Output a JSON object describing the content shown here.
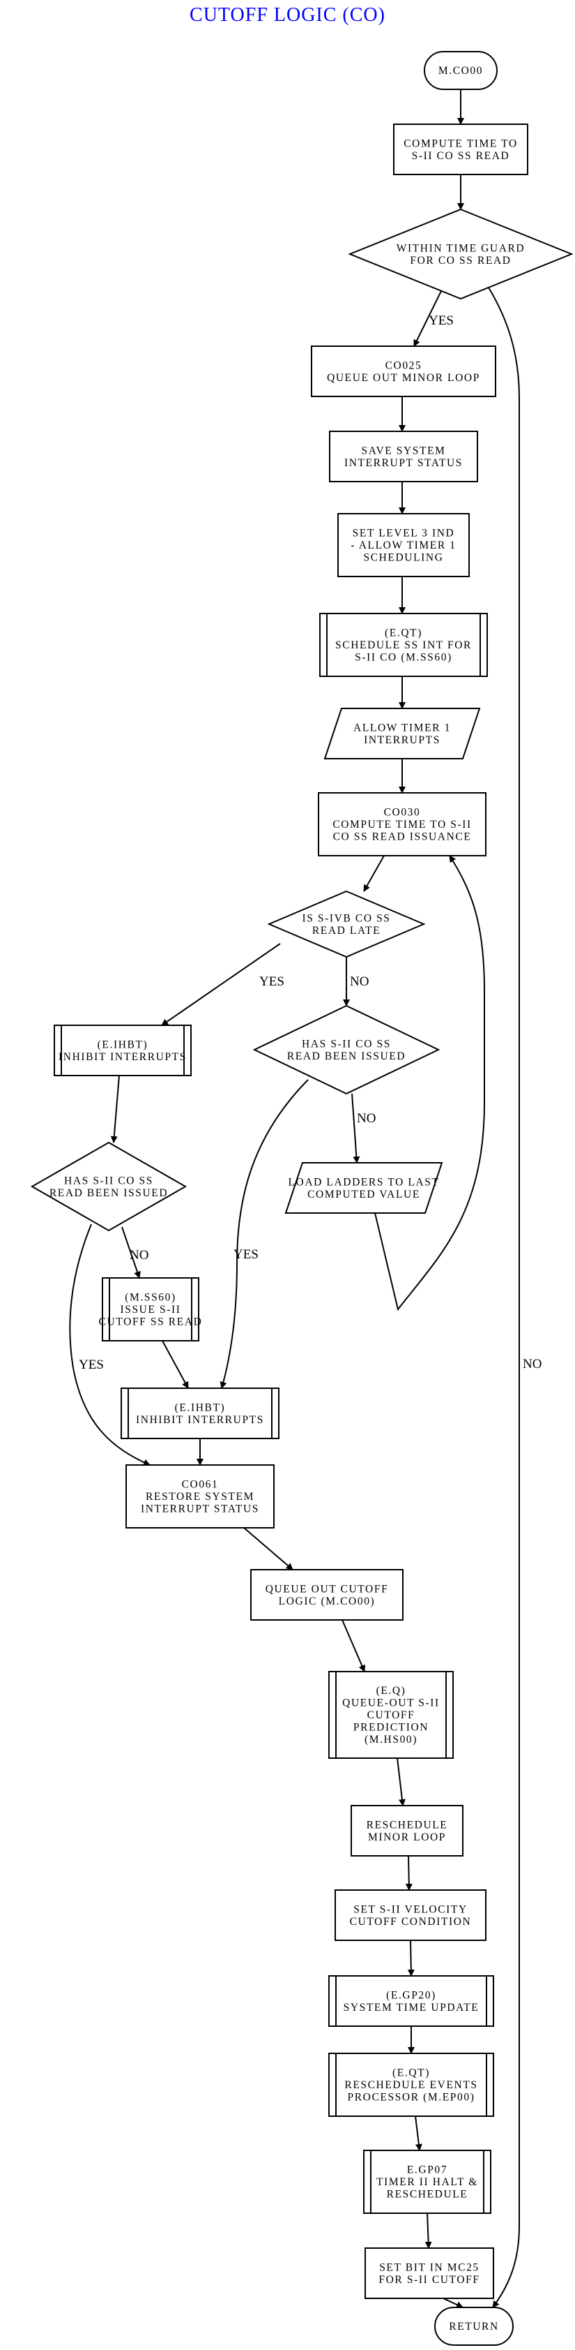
{
  "title": "CUTOFF LOGIC (CO)",
  "colors": {
    "title": "#0000ff",
    "stroke": "#000000",
    "background": "#ffffff"
  },
  "nodes": [
    {
      "id": "start",
      "type": "terminal",
      "lines": [
        "M.CO00"
      ]
    },
    {
      "id": "compute-time",
      "type": "process",
      "lines": [
        "COMPUTE TIME TO",
        "S-II CO SS READ"
      ]
    },
    {
      "id": "within-guard",
      "type": "decision",
      "lines": [
        "WITHIN TIME GUARD",
        "FOR CO SS READ"
      ]
    },
    {
      "id": "co025",
      "type": "process",
      "lines": [
        "CO025",
        "QUEUE OUT MINOR LOOP"
      ]
    },
    {
      "id": "save-status",
      "type": "process",
      "lines": [
        "SAVE SYSTEM",
        "INTERRUPT STATUS"
      ]
    },
    {
      "id": "set-level3",
      "type": "process",
      "lines": [
        "SET LEVEL 3 IND",
        "- ALLOW TIMER 1",
        "SCHEDULING"
      ]
    },
    {
      "id": "schedule-ss",
      "type": "subroutine",
      "lines": [
        "(E.QT)",
        "SCHEDULE SS INT FOR",
        "S-II CO (M.SS60)"
      ]
    },
    {
      "id": "allow-timer1",
      "type": "io",
      "lines": [
        "ALLOW TIMER 1",
        "INTERRUPTS"
      ]
    },
    {
      "id": "co030",
      "type": "process",
      "lines": [
        "CO030",
        "COMPUTE TIME TO S-II",
        "CO SS READ ISSUANCE"
      ]
    },
    {
      "id": "is-sivb-late",
      "type": "decision",
      "lines": [
        "IS S-IVB CO SS",
        "READ LATE"
      ]
    },
    {
      "id": "inhibit-1",
      "type": "subroutine",
      "lines": [
        "(E.IHBT)",
        "INHIBIT INTERRUPTS"
      ]
    },
    {
      "id": "has-sii-issued-1",
      "type": "decision",
      "lines": [
        "HAS S-II CO SS",
        "READ BEEN ISSUED"
      ]
    },
    {
      "id": "has-sii-issued-2",
      "type": "decision",
      "lines": [
        "HAS S-II CO SS",
        "READ BEEN ISSUED"
      ]
    },
    {
      "id": "load-ladders",
      "type": "io",
      "lines": [
        "LOAD LADDERS TO LAST",
        "COMPUTED VALUE"
      ]
    },
    {
      "id": "issue-sii",
      "type": "subroutine",
      "lines": [
        "(M.SS60)",
        "ISSUE S-II",
        "CUTOFF SS READ"
      ]
    },
    {
      "id": "inhibit-2",
      "type": "subroutine",
      "lines": [
        "(E.IHBT)",
        "INHIBIT INTERRUPTS"
      ]
    },
    {
      "id": "co061",
      "type": "process",
      "lines": [
        "CO061",
        "RESTORE SYSTEM",
        "INTERRUPT STATUS"
      ]
    },
    {
      "id": "queue-out-cutoff",
      "type": "process",
      "lines": [
        "QUEUE OUT CUTOFF",
        "LOGIC (M.CO00)"
      ]
    },
    {
      "id": "queue-out-prediction",
      "type": "subroutine",
      "lines": [
        "(E.Q)",
        "QUEUE-OUT S-II",
        "CUTOFF",
        "PREDICTION",
        "(M.HS00)"
      ]
    },
    {
      "id": "reschedule-minor",
      "type": "process",
      "lines": [
        "RESCHEDULE",
        "MINOR LOOP"
      ]
    },
    {
      "id": "set-velocity",
      "type": "process",
      "lines": [
        "SET S-II VELOCITY",
        "CUTOFF CONDITION"
      ]
    },
    {
      "id": "time-update",
      "type": "subroutine",
      "lines": [
        "(E.GP20)",
        "SYSTEM TIME UPDATE"
      ]
    },
    {
      "id": "reschedule-events",
      "type": "subroutine",
      "lines": [
        "(E.QT)",
        "RESCHEDULE EVENTS",
        "PROCESSOR (M.EP00)"
      ]
    },
    {
      "id": "timer2-halt",
      "type": "subroutine",
      "lines": [
        "E.GP07",
        "TIMER II HALT &",
        "RESCHEDULE"
      ]
    },
    {
      "id": "set-bit",
      "type": "process",
      "lines": [
        "SET BIT IN MC25",
        "FOR S-II CUTOFF"
      ]
    },
    {
      "id": "return",
      "type": "terminal",
      "lines": [
        "RETURN"
      ]
    }
  ],
  "edges": [
    {
      "from": "start",
      "to": "compute-time",
      "label": ""
    },
    {
      "from": "compute-time",
      "to": "within-guard",
      "label": ""
    },
    {
      "from": "within-guard",
      "to": "co025",
      "label": "YES"
    },
    {
      "from": "within-guard",
      "to": "return",
      "label": "NO"
    },
    {
      "from": "co025",
      "to": "save-status",
      "label": ""
    },
    {
      "from": "save-status",
      "to": "set-level3",
      "label": ""
    },
    {
      "from": "set-level3",
      "to": "schedule-ss",
      "label": ""
    },
    {
      "from": "schedule-ss",
      "to": "allow-timer1",
      "label": ""
    },
    {
      "from": "allow-timer1",
      "to": "co030",
      "label": ""
    },
    {
      "from": "co030",
      "to": "is-sivb-late",
      "label": ""
    },
    {
      "from": "is-sivb-late",
      "to": "inhibit-1",
      "label": "YES"
    },
    {
      "from": "is-sivb-late",
      "to": "has-sii-issued-2",
      "label": "NO"
    },
    {
      "from": "inhibit-1",
      "to": "has-sii-issued-1",
      "label": ""
    },
    {
      "from": "has-sii-issued-2",
      "to": "load-ladders",
      "label": "NO"
    },
    {
      "from": "has-sii-issued-2",
      "to": "inhibit-2",
      "label": "YES"
    },
    {
      "from": "load-ladders",
      "to": "co030",
      "label": ""
    },
    {
      "from": "has-sii-issued-1",
      "to": "issue-sii",
      "label": "NO"
    },
    {
      "from": "has-sii-issued-1",
      "to": "co061",
      "label": "YES"
    },
    {
      "from": "issue-sii",
      "to": "inhibit-2",
      "label": ""
    },
    {
      "from": "inhibit-2",
      "to": "co061",
      "label": ""
    },
    {
      "from": "co061",
      "to": "queue-out-cutoff",
      "label": ""
    },
    {
      "from": "queue-out-cutoff",
      "to": "queue-out-prediction",
      "label": ""
    },
    {
      "from": "queue-out-prediction",
      "to": "reschedule-minor",
      "label": ""
    },
    {
      "from": "reschedule-minor",
      "to": "set-velocity",
      "label": ""
    },
    {
      "from": "set-velocity",
      "to": "time-update",
      "label": ""
    },
    {
      "from": "time-update",
      "to": "reschedule-events",
      "label": ""
    },
    {
      "from": "reschedule-events",
      "to": "timer2-halt",
      "label": ""
    },
    {
      "from": "timer2-halt",
      "to": "set-bit",
      "label": ""
    },
    {
      "from": "set-bit",
      "to": "return",
      "label": ""
    }
  ]
}
